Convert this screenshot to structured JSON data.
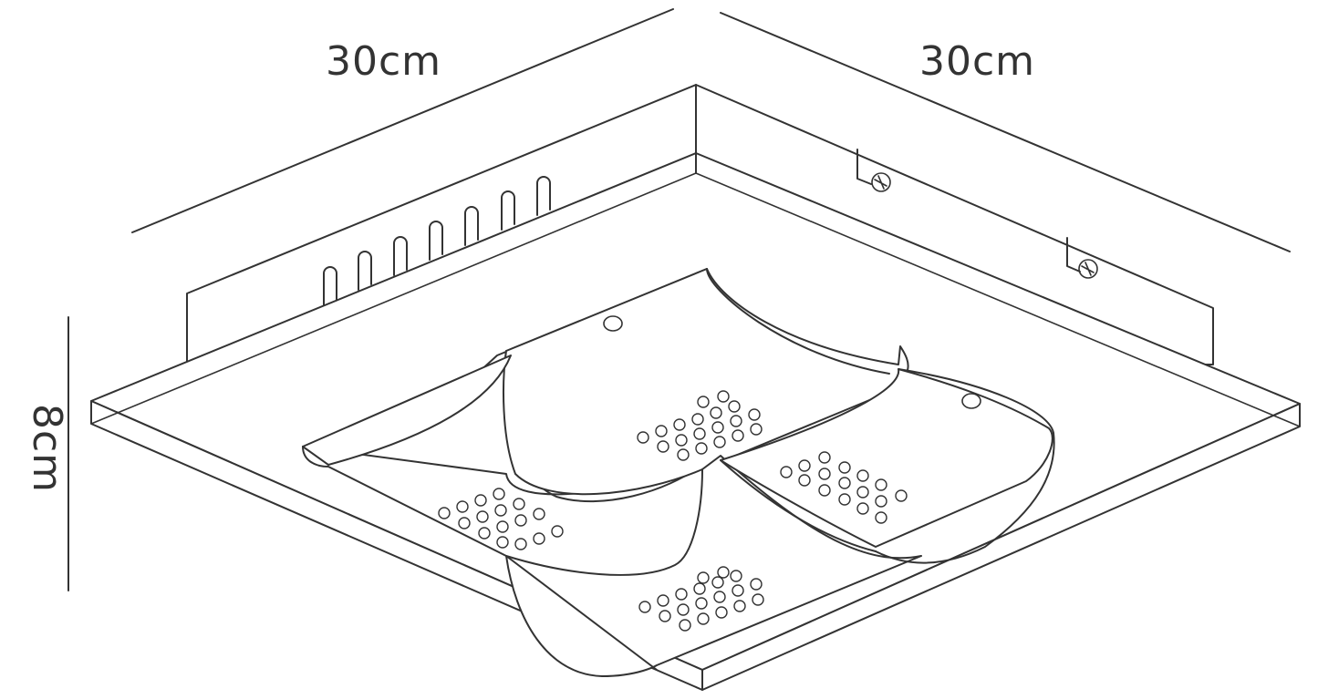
{
  "dimensions": {
    "width_left": "30cm",
    "width_right": "30cm",
    "height": "8cm"
  },
  "colors": {
    "line": "#333333",
    "background": "#ffffff"
  }
}
